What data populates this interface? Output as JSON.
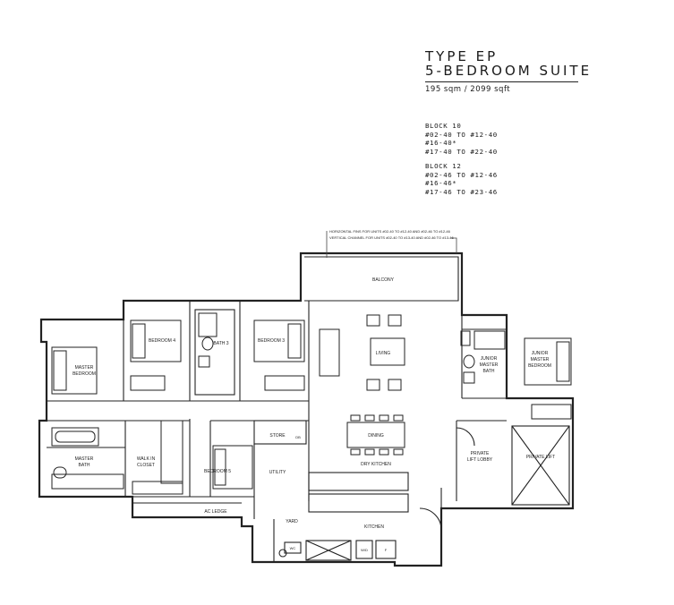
{
  "header": {
    "type_title": "TYPE EP",
    "suite_title": "5-BEDROOM SUITE",
    "area": "195 sqm / 2099 sqft"
  },
  "blocks": [
    {
      "name": "BLOCK 10",
      "units": [
        "#02-40 TO #12-40",
        "#16-40*",
        "#17-40 TO #22-40"
      ]
    },
    {
      "name": "BLOCK 12",
      "units": [
        "#02-46 TO #12-46",
        "#16-46*",
        "#17-46 TO #23-46"
      ]
    }
  ],
  "notes": {
    "line1": "HORIZONTAL FINS FOR UNITS #02-40 TO #12-40 AND #02-46 TO #12-46",
    "line2": "VERTICAL CHANNEL FOR UNITS #02-40 TO #13-40 AND #02-46 TO #13-46"
  },
  "rooms": {
    "balcony": "BALCONY",
    "master_bedroom_1": "MASTER",
    "master_bedroom_2": "BEDROOM",
    "bedroom4": "BEDROOM 4",
    "bath3": "BATH 3",
    "bedroom3": "BEDROOM 3",
    "living": "LIVING",
    "junior_bath_1": "JUNIOR",
    "junior_bath_2": "MASTER",
    "junior_bath_3": "BATH",
    "junior_bed_1": "JUNIOR",
    "junior_bed_2": "MASTER",
    "junior_bed_3": "BEDROOM",
    "master_bath_1": "MASTER",
    "master_bath_2": "BATH",
    "walkin_1": "WALK IN",
    "walkin_2": "CLOSET",
    "bedroom5": "BEDROOM 5",
    "store": "STORE",
    "db": "DB",
    "utility": "UTILITY",
    "dining": "DINING",
    "dry_kitchen": "DRY KITCHEN",
    "private_lobby_1": "PRIVATE",
    "private_lobby_2": "LIFT LOBBY",
    "private_lift": "PRIVATE LIFT",
    "ac_ledge": "AC LEDGE",
    "yard": "YARD",
    "kitchen": "KITCHEN",
    "wc": "WC",
    "wd": "W/D",
    "fridge": "F"
  }
}
